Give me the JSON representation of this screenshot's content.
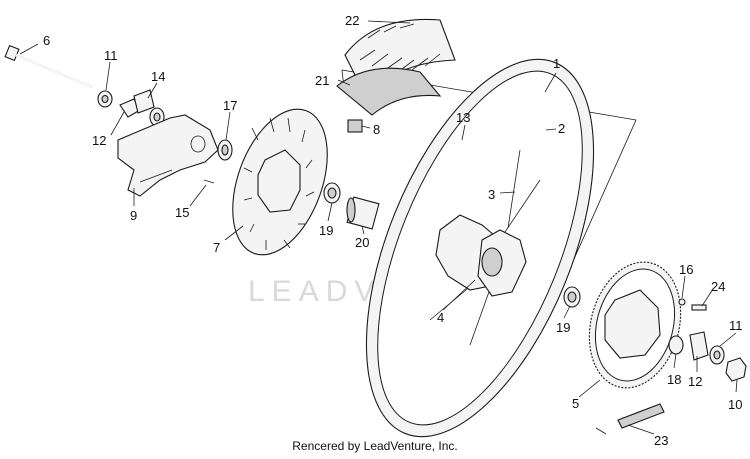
{
  "callouts": {
    "c1": "1",
    "c2": "2",
    "c3": "3",
    "c4": "4",
    "c5": "5",
    "c6": "6",
    "c7": "7",
    "c8": "8",
    "c9": "9",
    "c10": "10",
    "c11a": "11",
    "c11b": "11",
    "c12a": "12",
    "c12b": "12",
    "c13": "13",
    "c14": "14",
    "c15": "15",
    "c16": "16",
    "c17": "17",
    "c18": "18",
    "c19a": "19",
    "c19b": "19",
    "c20": "20",
    "c21": "21",
    "c22": "22",
    "c23": "23",
    "c24": "24"
  },
  "watermark": "LEADVENTURE",
  "credit": "Rencered by LeadVenture, Inc."
}
